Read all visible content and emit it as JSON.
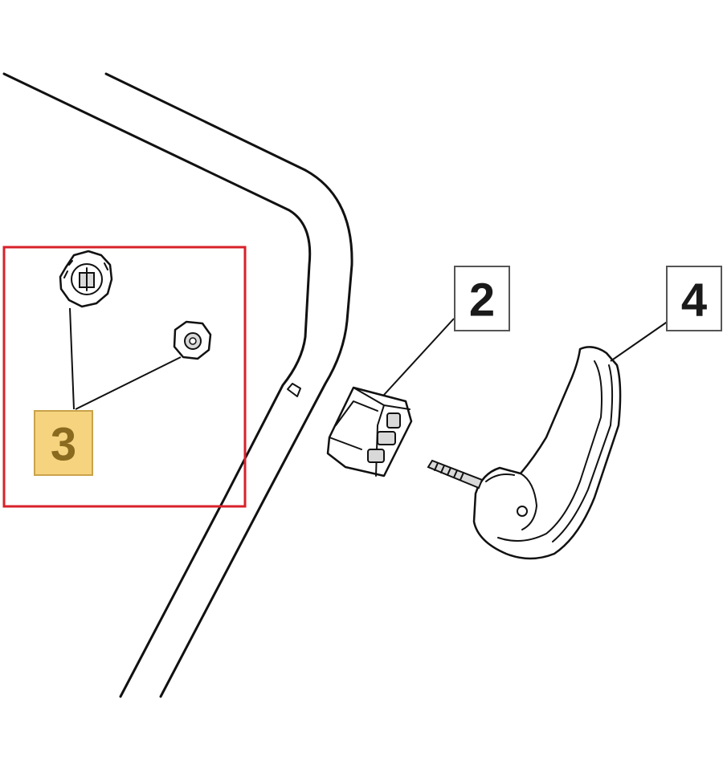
{
  "callouts": [
    {
      "id": "2",
      "label": "2",
      "highlighted": false
    },
    {
      "id": "3",
      "label": "3",
      "highlighted": true
    },
    {
      "id": "4",
      "label": "4",
      "highlighted": false
    }
  ],
  "colors": {
    "highlight_frame": "#d8202a",
    "highlight_fill": "#f6d47f",
    "line": "#111111",
    "background": "#ffffff"
  }
}
